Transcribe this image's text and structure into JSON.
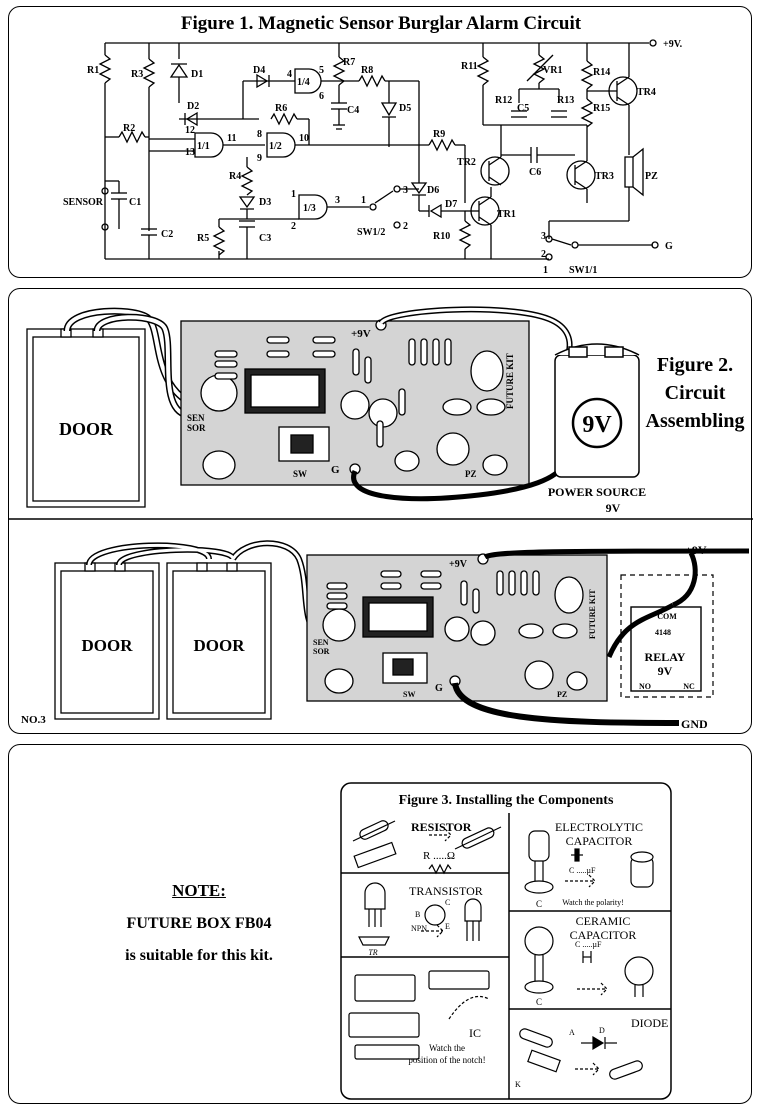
{
  "figure1": {
    "title": "Figure 1. Magnetic Sensor Burglar Alarm Circuit",
    "supply_label": "+9V.",
    "ground_label": "G",
    "sensor_label": "SENSOR",
    "switch_labels": [
      "SW1/2",
      "SW1/1"
    ],
    "components": {
      "resistors": [
        "R1",
        "R2",
        "R3",
        "R4",
        "R5",
        "R6",
        "R7",
        "R8",
        "R9",
        "R10",
        "R11",
        "R12",
        "R13",
        "R14",
        "R15",
        "VR1"
      ],
      "capacitors": [
        "C1",
        "C2",
        "C3",
        "C4",
        "C5",
        "C6"
      ],
      "diodes": [
        "D1",
        "D2",
        "D3",
        "D4",
        "D5",
        "D6",
        "D7"
      ],
      "transistors": [
        "TR1",
        "TR2",
        "TR3",
        "TR4"
      ],
      "gates": [
        "1/1",
        "1/2",
        "1/3",
        "1/4"
      ],
      "buzzer": "PZ"
    },
    "pin_numbers": [
      "1",
      "2",
      "3",
      "4",
      "5",
      "6",
      "8",
      "9",
      "10",
      "11",
      "12",
      "13"
    ]
  },
  "figure2": {
    "title_lines": [
      "Figure 2.",
      "Circuit",
      "Assembling"
    ],
    "door_label": "DOOR",
    "sensor_label_lines": [
      "SEN",
      "SOR"
    ],
    "battery_label": "9V",
    "power_source_lines": [
      "POWER SOURCE",
      "9V"
    ],
    "supply_label": "+9V",
    "ground_label": "G",
    "switch_label": "SW",
    "buzzer_label": "PZ",
    "brand": "FUTURE KIT"
  },
  "figure2b": {
    "number_label": "NO.3",
    "door_labels": [
      "DOOR",
      "DOOR"
    ],
    "supply_label": "+9V",
    "gnd_label": "GND",
    "relay_lines": [
      "RELAY",
      "9V"
    ],
    "relay_pins": [
      "COM",
      "NO",
      "NC"
    ],
    "relay_diode": "4148"
  },
  "figure3": {
    "title": "Figure 3. Installing the Components",
    "resistor": {
      "label": "RESISTOR",
      "symbol": "R .....Ω"
    },
    "electrolytic": {
      "label_lines": [
        "ELECTROLYTIC",
        "CAPACITOR"
      ],
      "symbol": "C .....µF",
      "hint": "Watch the polarity!",
      "marker": "C"
    },
    "transistor": {
      "label": "TRANSISTOR",
      "type": "NPN",
      "pins": [
        "B",
        "C",
        "E"
      ],
      "marker": "TR"
    },
    "ceramic": {
      "label_lines": [
        "CERAMIC",
        "CAPACITOR"
      ],
      "symbol": "C .....µF",
      "marker": "C"
    },
    "ic": {
      "label": "IC",
      "hint_lines": [
        "Watch the",
        "position of the notch!"
      ]
    },
    "diode": {
      "label": "DIODE",
      "pins": [
        "A",
        "K",
        "D"
      ]
    }
  },
  "note": {
    "heading": "NOTE:",
    "line1": "FUTURE BOX FB04",
    "line2": "is suitable for this kit."
  }
}
